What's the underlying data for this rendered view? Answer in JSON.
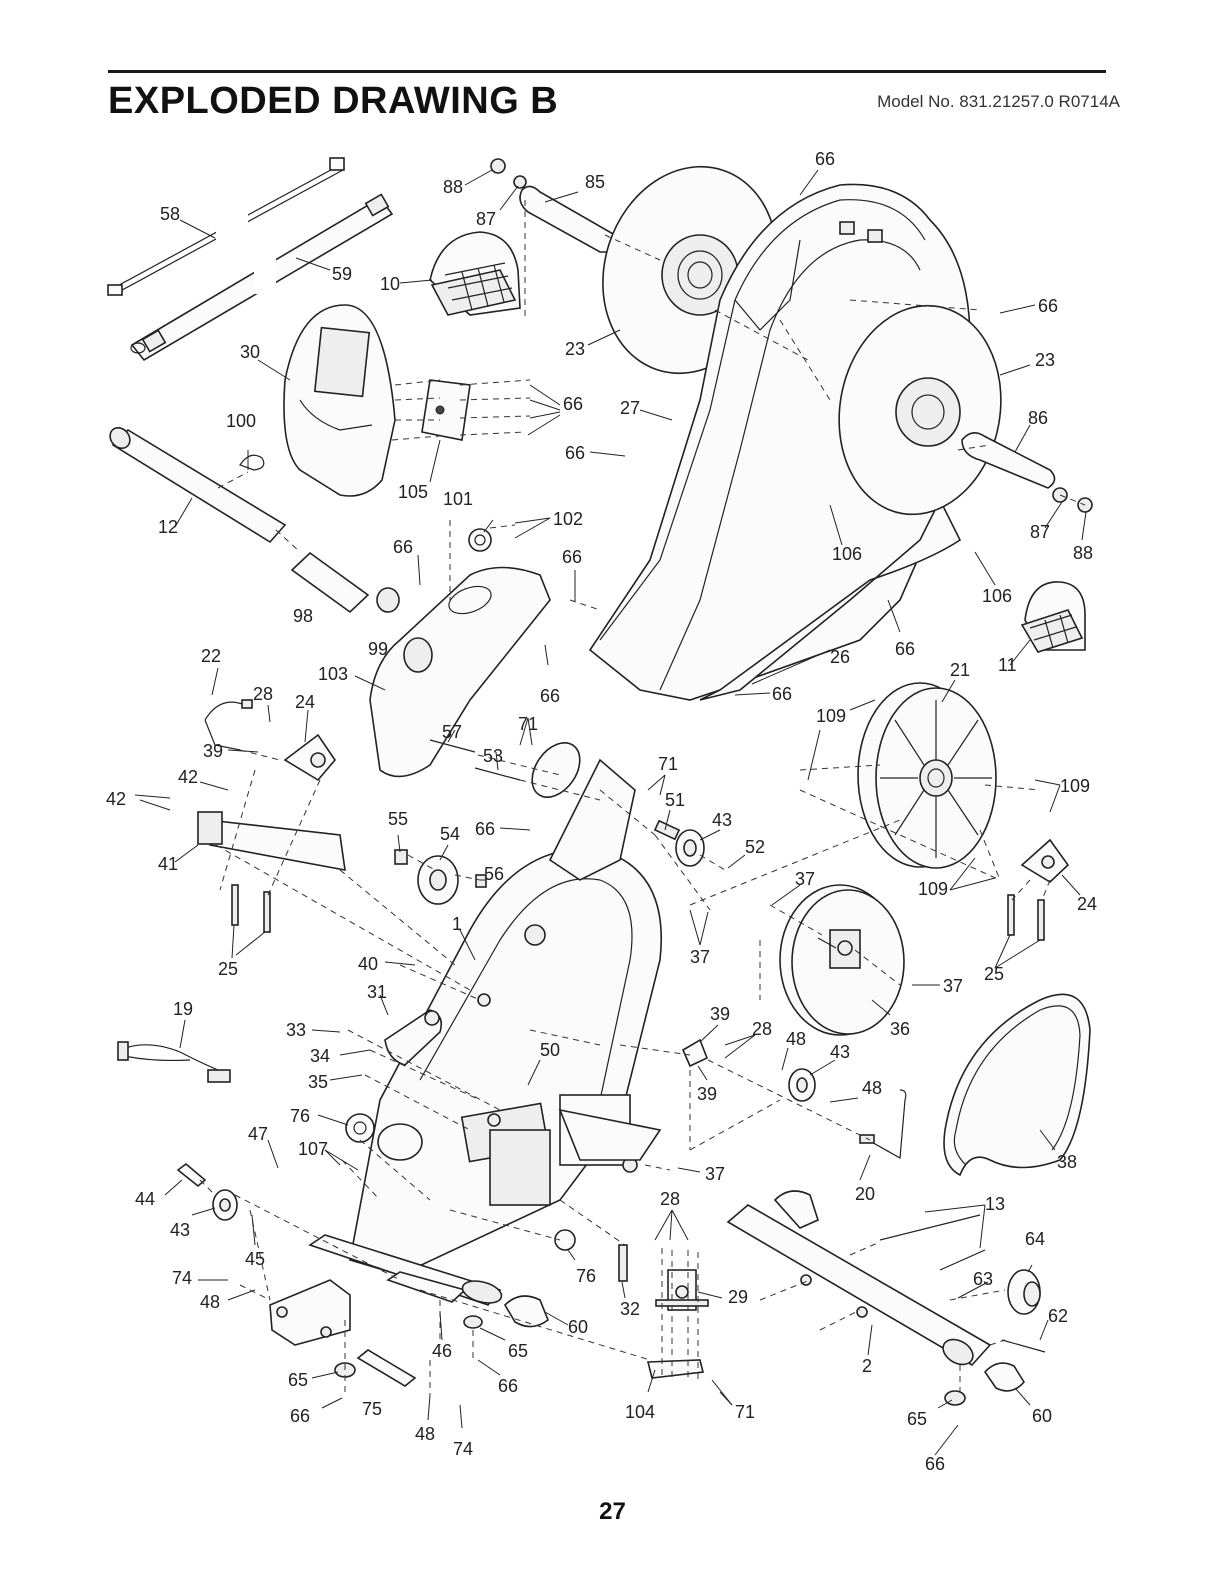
{
  "header": {
    "title": "EXPLODED DRAWING B",
    "model": "Model No. 831.21257.0 R0714A"
  },
  "footer": {
    "page_number": "27"
  },
  "callouts": [
    {
      "id": "c-66a",
      "text": "66"
    },
    {
      "id": "c-88a",
      "text": "88"
    },
    {
      "id": "c-85",
      "text": "85"
    },
    {
      "id": "c-87a",
      "text": "87"
    },
    {
      "id": "c-58",
      "text": "58"
    },
    {
      "id": "c-59",
      "text": "59"
    },
    {
      "id": "c-10",
      "text": "10"
    },
    {
      "id": "c-66b",
      "text": "66"
    },
    {
      "id": "c-23a",
      "text": "23"
    },
    {
      "id": "c-23b",
      "text": "23"
    },
    {
      "id": "c-30",
      "text": "30"
    },
    {
      "id": "c-66c",
      "text": "66"
    },
    {
      "id": "c-27",
      "text": "27"
    },
    {
      "id": "c-86",
      "text": "86"
    },
    {
      "id": "c-100",
      "text": "100"
    },
    {
      "id": "c-66d",
      "text": "66"
    },
    {
      "id": "c-105",
      "text": "105"
    },
    {
      "id": "c-101",
      "text": "101"
    },
    {
      "id": "c-102",
      "text": "102"
    },
    {
      "id": "c-12",
      "text": "12"
    },
    {
      "id": "c-87b",
      "text": "87"
    },
    {
      "id": "c-88b",
      "text": "88"
    },
    {
      "id": "c-106a",
      "text": "106"
    },
    {
      "id": "c-66e",
      "text": "66"
    },
    {
      "id": "c-66f",
      "text": "66"
    },
    {
      "id": "c-106b",
      "text": "106"
    },
    {
      "id": "c-98",
      "text": "98"
    },
    {
      "id": "c-99",
      "text": "99"
    },
    {
      "id": "c-26",
      "text": "26"
    },
    {
      "id": "c-66g",
      "text": "66"
    },
    {
      "id": "c-11",
      "text": "11"
    },
    {
      "id": "c-21",
      "text": "21"
    },
    {
      "id": "c-22",
      "text": "22"
    },
    {
      "id": "c-103",
      "text": "103"
    },
    {
      "id": "c-66h",
      "text": "66"
    },
    {
      "id": "c-66i",
      "text": "66"
    },
    {
      "id": "c-28a",
      "text": "28"
    },
    {
      "id": "c-24a",
      "text": "24"
    },
    {
      "id": "c-109a",
      "text": "109"
    },
    {
      "id": "c-57",
      "text": "57"
    },
    {
      "id": "c-71a",
      "text": "71"
    },
    {
      "id": "c-39a",
      "text": "39"
    },
    {
      "id": "c-53",
      "text": "53"
    },
    {
      "id": "c-71b",
      "text": "71"
    },
    {
      "id": "c-109b",
      "text": "109"
    },
    {
      "id": "c-42a",
      "text": "42"
    },
    {
      "id": "c-42b",
      "text": "42"
    },
    {
      "id": "c-51",
      "text": "51"
    },
    {
      "id": "c-55",
      "text": "55"
    },
    {
      "id": "c-54",
      "text": "54"
    },
    {
      "id": "c-66j",
      "text": "66"
    },
    {
      "id": "c-43a",
      "text": "43"
    },
    {
      "id": "c-52",
      "text": "52"
    },
    {
      "id": "c-41",
      "text": "41"
    },
    {
      "id": "c-56",
      "text": "56"
    },
    {
      "id": "c-37a",
      "text": "37"
    },
    {
      "id": "c-109c",
      "text": "109"
    },
    {
      "id": "c-24b",
      "text": "24"
    },
    {
      "id": "c-1",
      "text": "1"
    },
    {
      "id": "c-37b",
      "text": "37"
    },
    {
      "id": "c-25a",
      "text": "25"
    },
    {
      "id": "c-40",
      "text": "40"
    },
    {
      "id": "c-37c",
      "text": "37"
    },
    {
      "id": "c-25b",
      "text": "25"
    },
    {
      "id": "c-31",
      "text": "31"
    },
    {
      "id": "c-19",
      "text": "19"
    },
    {
      "id": "c-39b",
      "text": "39"
    },
    {
      "id": "c-33",
      "text": "33"
    },
    {
      "id": "c-28b",
      "text": "28"
    },
    {
      "id": "c-36",
      "text": "36"
    },
    {
      "id": "c-34",
      "text": "34"
    },
    {
      "id": "c-50",
      "text": "50"
    },
    {
      "id": "c-48a",
      "text": "48"
    },
    {
      "id": "c-43b",
      "text": "43"
    },
    {
      "id": "c-35",
      "text": "35"
    },
    {
      "id": "c-39c",
      "text": "39"
    },
    {
      "id": "c-48b",
      "text": "48"
    },
    {
      "id": "c-76a",
      "text": "76"
    },
    {
      "id": "c-47",
      "text": "47"
    },
    {
      "id": "c-107",
      "text": "107"
    },
    {
      "id": "c-38",
      "text": "38"
    },
    {
      "id": "c-37d",
      "text": "37"
    },
    {
      "id": "c-28c",
      "text": "28"
    },
    {
      "id": "c-20",
      "text": "20"
    },
    {
      "id": "c-13",
      "text": "13"
    },
    {
      "id": "c-44",
      "text": "44"
    },
    {
      "id": "c-43c",
      "text": "43"
    },
    {
      "id": "c-45",
      "text": "45"
    },
    {
      "id": "c-76b",
      "text": "76"
    },
    {
      "id": "c-64",
      "text": "64"
    },
    {
      "id": "c-29",
      "text": "29"
    },
    {
      "id": "c-63",
      "text": "63"
    },
    {
      "id": "c-74a",
      "text": "74"
    },
    {
      "id": "c-48c",
      "text": "48"
    },
    {
      "id": "c-32",
      "text": "32"
    },
    {
      "id": "c-62",
      "text": "62"
    },
    {
      "id": "c-60a",
      "text": "60"
    },
    {
      "id": "c-46",
      "text": "46"
    },
    {
      "id": "c-65a",
      "text": "65"
    },
    {
      "id": "c-2",
      "text": "2"
    },
    {
      "id": "c-65b",
      "text": "65"
    },
    {
      "id": "c-66k",
      "text": "66"
    },
    {
      "id": "c-104",
      "text": "104"
    },
    {
      "id": "c-71c",
      "text": "71"
    },
    {
      "id": "c-65c",
      "text": "65"
    },
    {
      "id": "c-60b",
      "text": "60"
    },
    {
      "id": "c-66l",
      "text": "66"
    },
    {
      "id": "c-75",
      "text": "75"
    },
    {
      "id": "c-48d",
      "text": "48"
    },
    {
      "id": "c-74b",
      "text": "74"
    },
    {
      "id": "c-66m",
      "text": "66"
    }
  ]
}
